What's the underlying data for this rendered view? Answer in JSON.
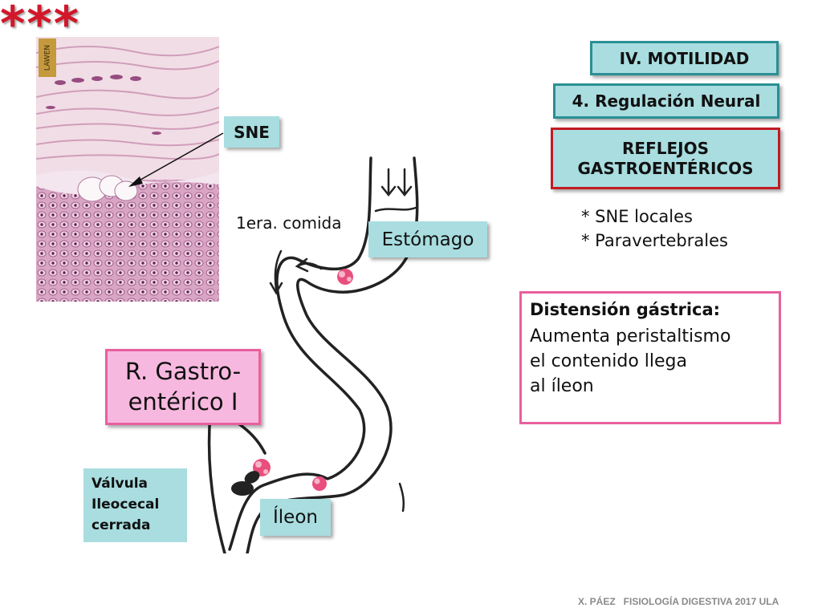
{
  "section": {
    "title": "IV. MOTILIDAD"
  },
  "subsection": {
    "title": "4. Regulación Neural"
  },
  "topic": {
    "line1": "REFLEJOS",
    "line2": "GASTROENTÉRICOS"
  },
  "reflex_types": [
    "* SNE locales",
    "* Paravertebrales"
  ],
  "highlight": {
    "mark": "***"
  },
  "histology": {
    "label": "SNE",
    "watermark": "LAWEN"
  },
  "diagram": {
    "first_meal": "1era. comida",
    "stomach": "Estómago",
    "ileum": "Íleon",
    "valve": [
      "Válvula",
      "Ileocecal",
      "cerrada"
    ]
  },
  "reflex_name": {
    "line1": "R. Gastro-",
    "line2": "entérico I"
  },
  "distension": {
    "title": "Distensión gástrica:",
    "lines": [
      "Aumenta peristaltismo",
      "el contenido llega",
      "al íleon"
    ]
  },
  "footer": {
    "credit": "X. PÁEZ   FISIOLOGÍA DIGESTIVA 2017 ULA"
  },
  "colors": {
    "teal_fill": "#a9dde0",
    "teal_border": "#2a8f95",
    "red_border": "#c21b23",
    "pink_border": "#e8609e",
    "pink_fill": "#f7b8df",
    "stars": "#d2172a"
  }
}
